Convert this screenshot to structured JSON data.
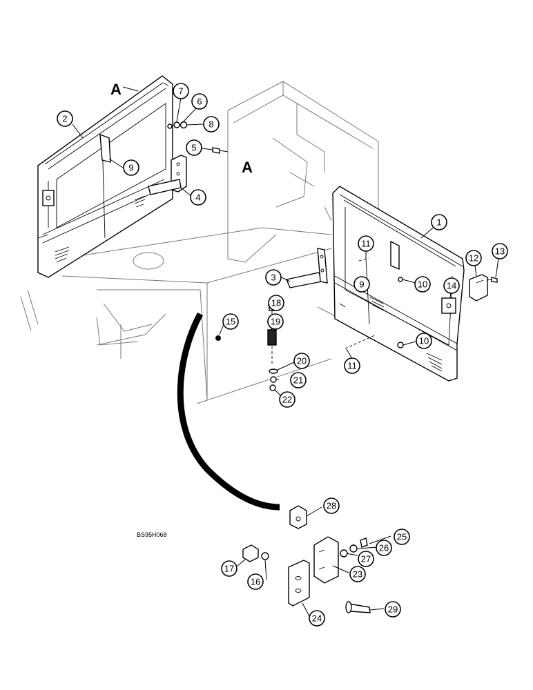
{
  "section_markers": [
    "A",
    "A"
  ],
  "figure_code": "BS95H068",
  "callouts": [
    "1",
    "2",
    "3",
    "4",
    "5",
    "6",
    "7",
    "8",
    "9",
    "9",
    "10",
    "10",
    "11",
    "11",
    "12",
    "13",
    "14",
    "15",
    "16",
    "17",
    "18",
    "19",
    "20",
    "21",
    "22",
    "23",
    "24",
    "25",
    "26",
    "27",
    "28",
    "29"
  ]
}
